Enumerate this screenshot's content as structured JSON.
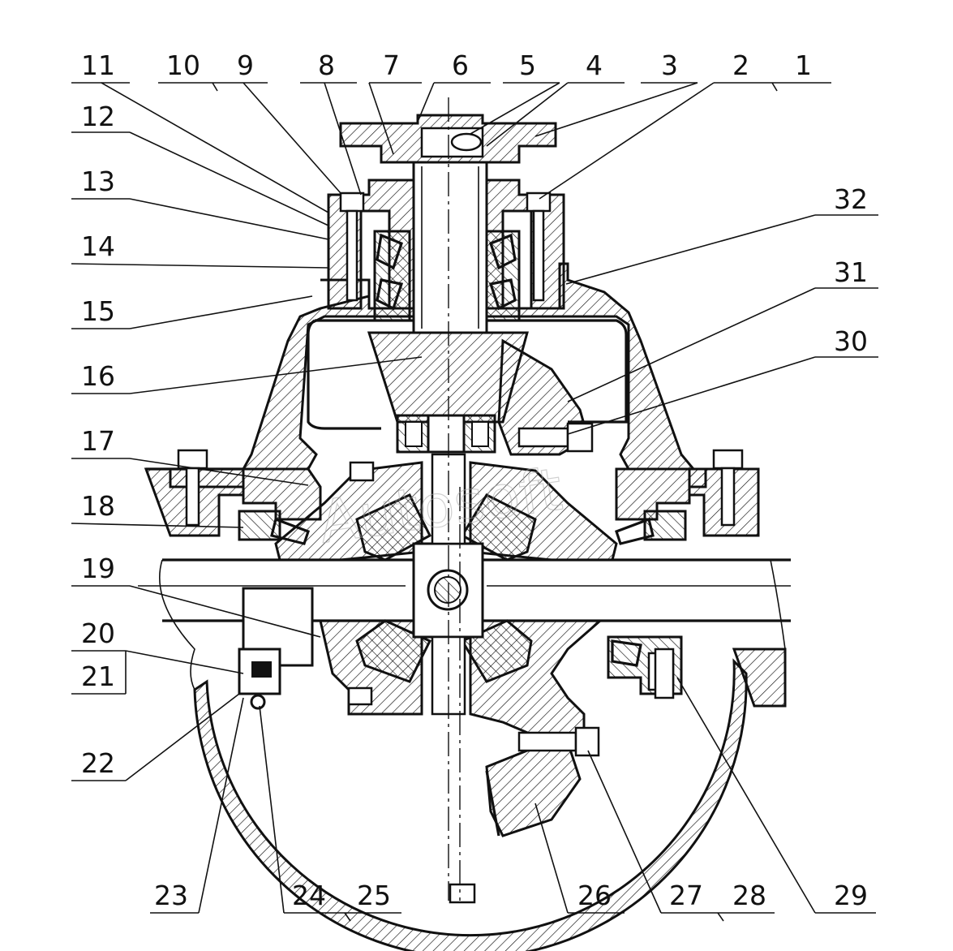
{
  "title": "",
  "watermark": "Autosoft",
  "part_numbers": [
    "1",
    "2",
    "3",
    "4",
    "5",
    "6",
    "7",
    "8",
    "9",
    "10",
    "11",
    "12",
    "13",
    "14",
    "15",
    "16",
    "17",
    "18",
    "19",
    "20",
    "21",
    "22",
    "23",
    "24",
    "25",
    "26",
    "27",
    "28",
    "29",
    "30",
    "31",
    "32"
  ]
}
